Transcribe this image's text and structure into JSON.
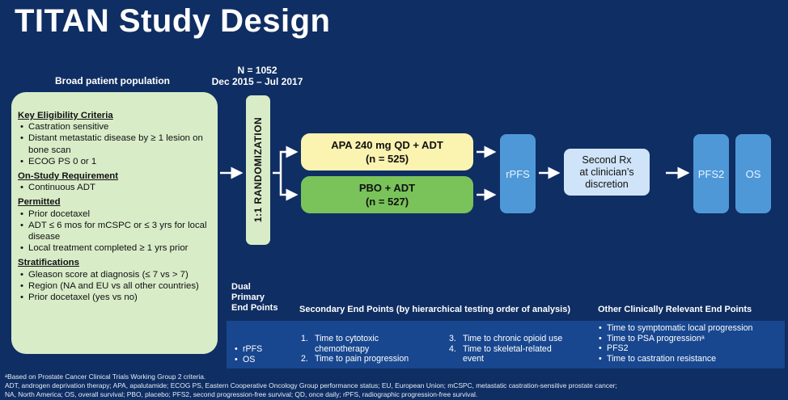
{
  "slide": {
    "title": "TITAN Study Design",
    "population_heading": "Broad patient population",
    "enrollment": {
      "n": "N = 1052",
      "dates": "Dec 2015 – Jul 2017"
    },
    "eligibility": {
      "key_title": "Key Eligibility Criteria",
      "key_items": [
        "Castration sensitive",
        "Distant metastatic disease by ≥ 1 lesion on bone scan",
        "ECOG PS 0 or 1"
      ],
      "onstudy_title": "On-Study Requirement",
      "onstudy_items": [
        "Continuous ADT"
      ],
      "permitted_title": "Permitted",
      "permitted_items": [
        "Prior docetaxel",
        "ADT ≤ 6 mos for mCSPC or ≤ 3 yrs for local disease",
        "Local treatment completed ≥ 1 yrs prior"
      ],
      "strat_title": "Stratifications",
      "strat_items": [
        "Gleason score at diagnosis (≤ 7 vs > 7)",
        "Region (NA and EU vs all other countries)",
        "Prior docetaxel (yes vs no)"
      ]
    },
    "randomization": "1:1 RANDOMIZATION",
    "arms": {
      "apa_label": "APA 240 mg QD + ADT",
      "apa_n": "(n = 525)",
      "pbo_label": "PBO + ADT",
      "pbo_n": "(n = 527)"
    },
    "flow": {
      "rpfs": "rPFS",
      "second_rx": [
        "Second Rx",
        "at clinician’s",
        "discretion"
      ],
      "pfs2": "PFS2",
      "os": "OS"
    },
    "endpoints": {
      "primary_header": [
        "Dual",
        "Primary",
        "End Points"
      ],
      "primary_items": [
        "rPFS",
        "OS"
      ],
      "secondary_header": "Secondary End Points (by hierarchical testing order of analysis)",
      "secondary_col1": [
        {
          "num": "1.",
          "lines": [
            "Time to cytotoxic",
            "chemotherapy"
          ]
        },
        {
          "num": "2.",
          "lines": [
            "Time to pain progression"
          ]
        }
      ],
      "secondary_col2": [
        {
          "num": "3.",
          "lines": [
            "Time to chronic opioid use"
          ]
        },
        {
          "num": "4.",
          "lines": [
            "Time to skeletal-related",
            "event"
          ]
        }
      ],
      "other_header": "Other Clinically Relevant End Points",
      "other_items": [
        "Time to symptomatic local progression",
        "Time to PSA progressionᵃ",
        "PFS2",
        "Time to castration resistance"
      ]
    },
    "footnotes": [
      "ᵃBased on Prostate Cancer Clinical Trials Working Group 2 criteria.",
      "ADT, androgen deprivation therapy; APA, apalutamide; ECOG PS, Eastern Cooperative Oncology Group performance status; EU, European Union; mCSPC, metastatic castration-sensitive prostate cancer;",
      "NA, North America; OS, overall survival; PBO, placebo; PFS2, second progression-free survival; QD, once daily; rPFS, radiographic progression-free survival."
    ]
  }
}
